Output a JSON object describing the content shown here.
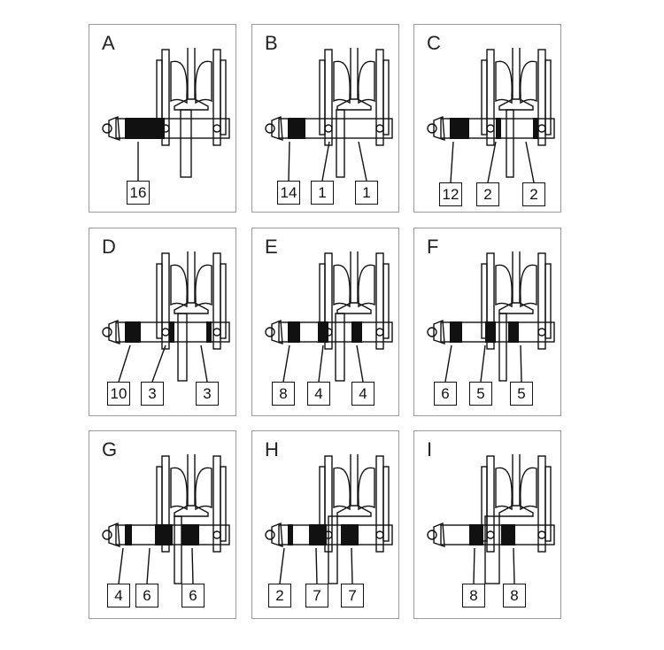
{
  "panels": [
    {
      "label": "A",
      "numbers": [
        "16"
      ]
    },
    {
      "label": "B",
      "numbers": [
        "14",
        "1",
        "1"
      ]
    },
    {
      "label": "C",
      "numbers": [
        "12",
        "2",
        "2"
      ]
    },
    {
      "label": "D",
      "numbers": [
        "10",
        "3",
        "3"
      ]
    },
    {
      "label": "E",
      "numbers": [
        "8",
        "4",
        "4"
      ]
    },
    {
      "label": "F",
      "numbers": [
        "6",
        "5",
        "5"
      ]
    },
    {
      "label": "G",
      "numbers": [
        "4",
        "6",
        "6"
      ]
    },
    {
      "label": "H",
      "numbers": [
        "2",
        "7",
        "7"
      ]
    },
    {
      "label": "I",
      "numbers": [
        "8",
        "8"
      ]
    }
  ]
}
